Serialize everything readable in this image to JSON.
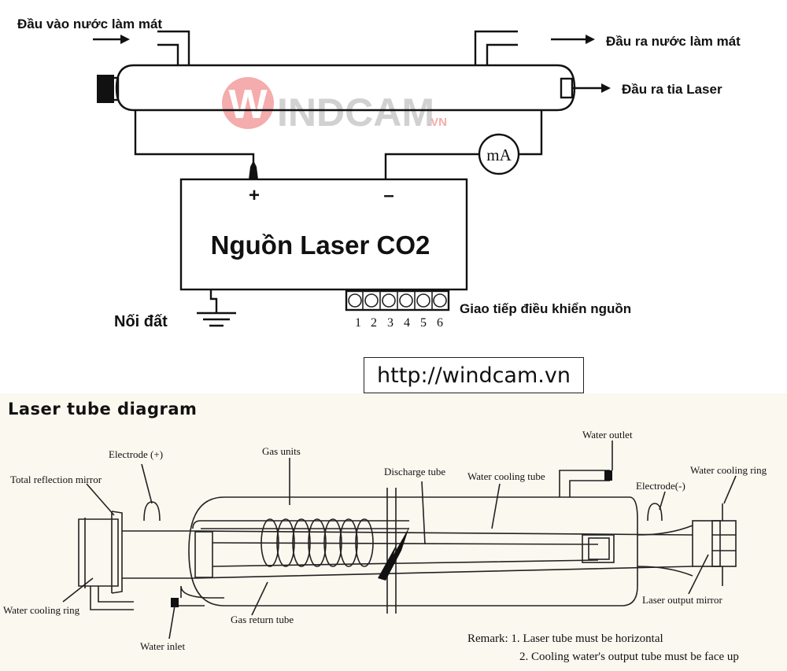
{
  "top_diagram": {
    "water_inlet_label": "Đầu vào nước làm mát",
    "water_outlet_label": "Đầu ra nước làm mát",
    "laser_out_label": "Đầu ra tia Laser",
    "meter_label": "mA",
    "plus_label": "+",
    "minus_label": "–",
    "power_label": "Nguồn Laser CO2",
    "ground_label": "Nối đất",
    "control_label": "Giao tiếp điều khiển nguồn",
    "terminal_numbers": [
      "1",
      "2",
      "3",
      "4",
      "5",
      "6"
    ],
    "watermark": {
      "w": "W",
      "rest": "INDCAM",
      "suffix": ".VN"
    }
  },
  "url_box": {
    "text": "http://windcam.vn"
  },
  "bottom_diagram": {
    "title": "Laser tube diagram",
    "labels": {
      "electrode_plus": "Electrode (+)",
      "total_reflection": "Total reflection mirror",
      "gas_units": "Gas units",
      "discharge_tube": "Discharge tube",
      "water_cooling_tube": "Water cooling tube",
      "water_outlet": "Water outlet",
      "water_cooling_ring_right": "Water cooling ring",
      "electrode_minus": "Electrode(-)",
      "laser_output_mirror": "Laser output mirror",
      "gas_return_tube": "Gas return tube",
      "water_inlet": "Water inlet",
      "water_cooling_ring_left": "Water cooling ring"
    },
    "remark_1": "Remark: 1. Laser tube must be horizontal",
    "remark_2": "2.  Cooling water's output tube must be face up"
  },
  "colors": {
    "watermark_red": "#e84a4a",
    "watermark_gray": "#b8b8b8",
    "ink": "#111111"
  }
}
